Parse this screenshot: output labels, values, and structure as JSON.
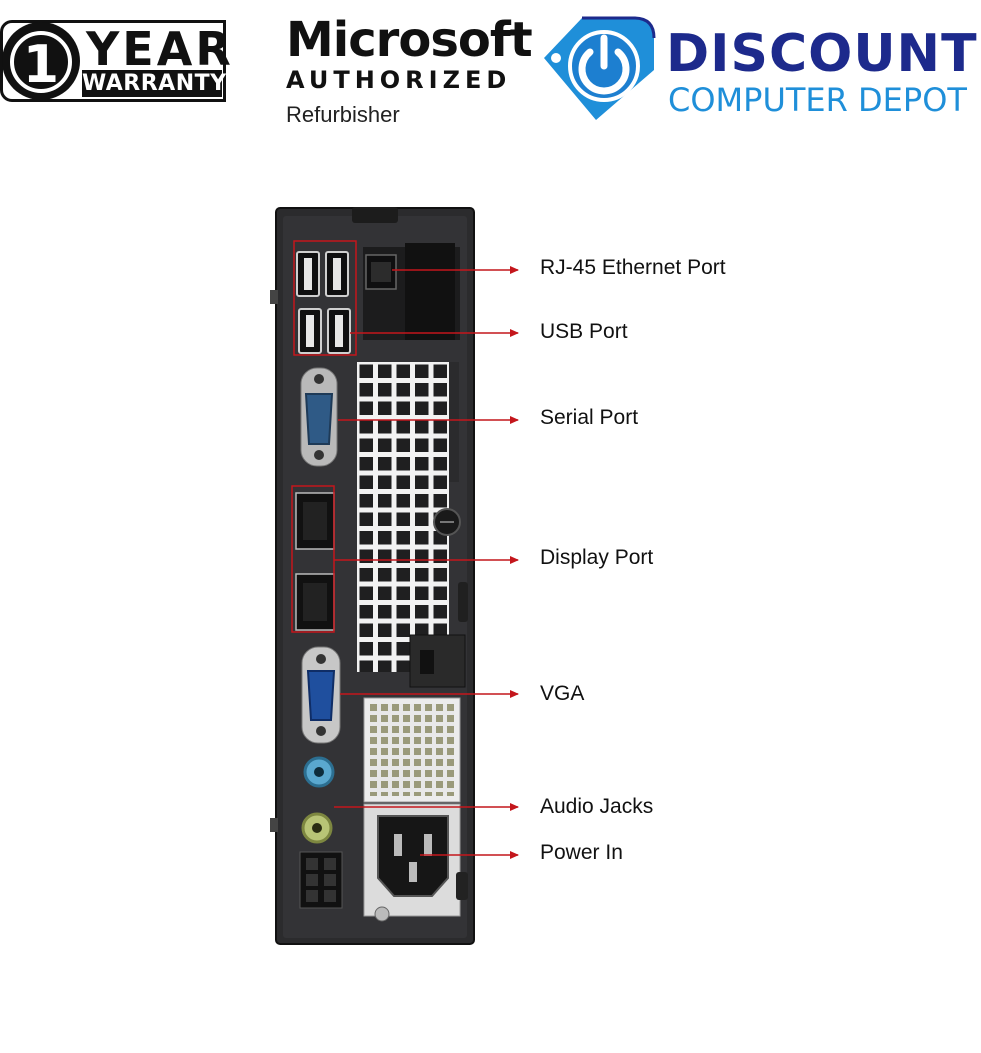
{
  "header": {
    "warranty": {
      "number": "1",
      "top_text": "YEAR",
      "bottom_text": "WARRANTY"
    },
    "microsoft": {
      "brand": "Microsoft",
      "line2": "AUTHORIZED",
      "line3": "Refurbisher"
    },
    "store": {
      "name_line1": "DISCOUNT",
      "name_line2": "COMPUTER DEPOT"
    }
  },
  "callouts": [
    {
      "id": "rj45",
      "label": "RJ-45 Ethernet Port"
    },
    {
      "id": "usb",
      "label": "USB Port"
    },
    {
      "id": "serial",
      "label": "Serial Port"
    },
    {
      "id": "displayport",
      "label": "Display Port"
    },
    {
      "id": "vga",
      "label": "VGA"
    },
    {
      "id": "audio",
      "label": "Audio Jacks"
    },
    {
      "id": "power",
      "label": "Power In"
    }
  ],
  "colors": {
    "callout_line": "#c4161c",
    "brand_dark_blue": "#1d2a8c",
    "brand_light_blue": "#1f8fd9",
    "chassis": "#2b2b2d"
  }
}
